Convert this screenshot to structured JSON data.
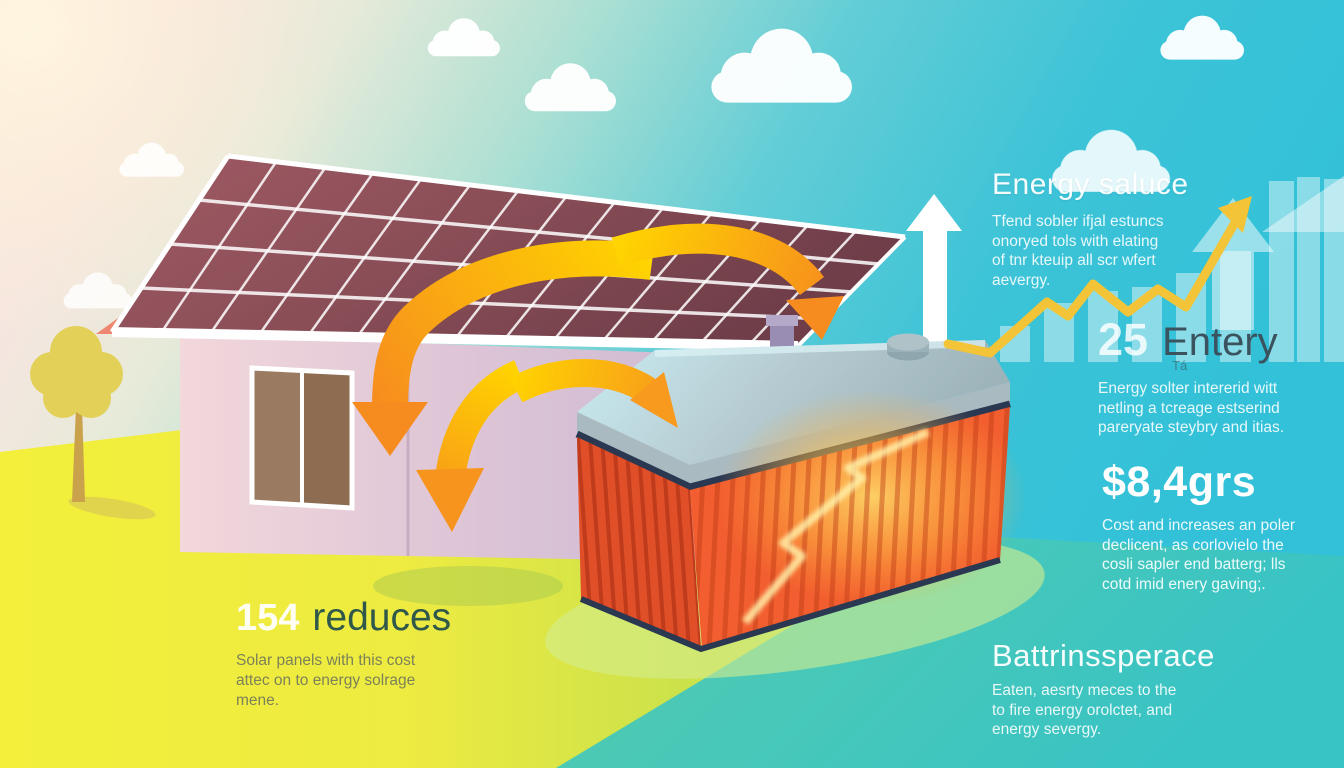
{
  "title": "Solar panels and battery energy storage infographic",
  "annotations": {
    "energy_source": {
      "title": "Energy saluce",
      "body": "Tfend sobler ifjal estuncs\nonoryed tols with elating\nof tnr kteuip all scr wfert\naevergy."
    },
    "entery": {
      "number": "25",
      "word": "Entery",
      "sub": "Tá",
      "body": "Energy solter intererid witt\nnetling a tcreage estserind\npareryate steybry and itias."
    },
    "cost": {
      "value": "$8,4grs",
      "body": "Cost and increases an poler\ndeclicent, as corlovielo the\ncosli sapler end batterg; lls\ncotd imid enery gaving;."
    },
    "battery_performance": {
      "title": "Battrinssperace",
      "body": "Eaten, aesrty meces to the\nto fire energy orolctet, and\nenergy severgy."
    },
    "reduces": {
      "number": "154",
      "word": "reduces",
      "body": "Solar panels with this cost\nattec on to energy solrage\nmene."
    }
  },
  "scene": {
    "elements": [
      "sun-glow",
      "clouds",
      "tree",
      "house-with-solar-panel-roof",
      "window",
      "energy-flow-arrows",
      "battery-storage-container",
      "battery-glow",
      "up-arrow",
      "growth-bar-chart",
      "growth-line-arrow"
    ]
  },
  "colors": {
    "sky_left": "#f8ece2",
    "sky_right": "#33c1d8",
    "ground_yellow": "#f3ef3b",
    "ground_lime": "#c2dd4d",
    "ground_teal": "#3fc5bd",
    "house_wall_pink": "#f2d7db",
    "house_wall_lavender": "#cbbad4",
    "solar_panel": "#8a4e57",
    "battery_orange": "#f25e2f",
    "battery_lid": "#b4c7cc",
    "battery_rim_navy": "#2b3852",
    "arrow_yellow": "#ffd400",
    "arrow_orange": "#f68b1f",
    "chart_line": "#f3c437",
    "heading_dark": "#3b535f",
    "reduces_dark": "#30584a"
  }
}
